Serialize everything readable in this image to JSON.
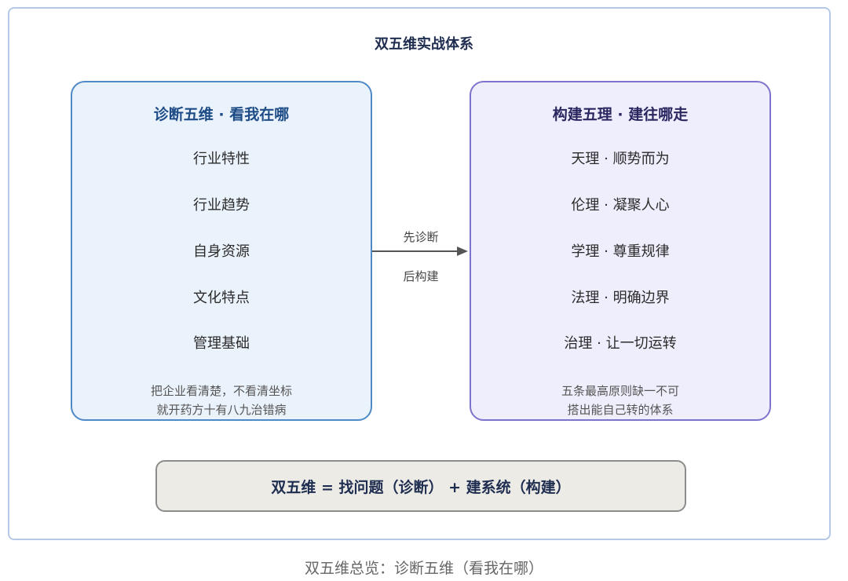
{
  "diagram": {
    "title": "双五维实战体系",
    "left_box": {
      "title": "诊断五维 · 看我在哪",
      "items": [
        "行业特性",
        "行业趋势",
        "自身资源",
        "文化特点",
        "管理基础"
      ],
      "note": [
        "把企业看清楚，不看清坐标",
        "就开药方十有八九治错病"
      ]
    },
    "right_box": {
      "title": "构建五理 · 建往哪走",
      "items": [
        "天理 · 顺势而为",
        "伦理 · 凝聚人心",
        "学理 · 尊重规律",
        "法理 · 明确边界",
        "治理 · 让一切运转"
      ],
      "note": [
        "五条最高原则缺一不可",
        "搭出能自己转的体系"
      ]
    },
    "arrow": {
      "top_label": "先诊断",
      "bottom_label": "后构建"
    },
    "formula": "双五维 = 找问题（诊断） + 建系统（构建）"
  },
  "caption": "双五维总览：诊断五维（看我在哪）",
  "colors": {
    "left_border": "#4e8ac6",
    "left_fill": "#eaf2fb",
    "right_border": "#7c74cc",
    "right_fill": "#efeefc",
    "formula_fill": "#ecebe6",
    "frame_border": "#b5c9e6"
  }
}
